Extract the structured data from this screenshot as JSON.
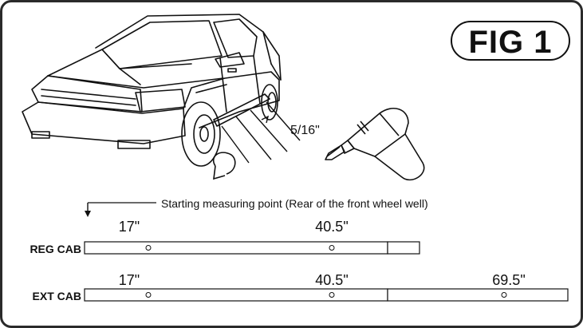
{
  "figure": {
    "label": "FIG 1"
  },
  "drill": {
    "bit_size_label": "5/16\""
  },
  "measure": {
    "start_note": "Starting measuring point (Rear of the front wheel well)"
  },
  "rows": [
    {
      "cab": "REG CAB",
      "marks": [
        "17\"",
        "40.5\""
      ]
    },
    {
      "cab": "EXT CAB",
      "marks": [
        "17\"",
        "40.5\"",
        "69.5\""
      ]
    }
  ]
}
